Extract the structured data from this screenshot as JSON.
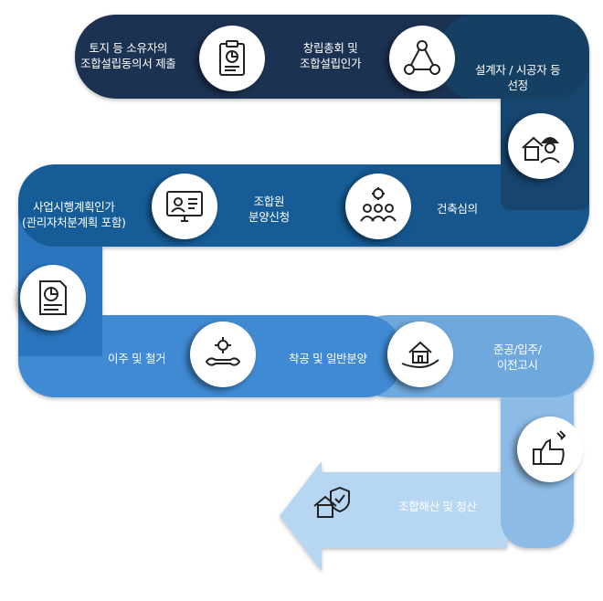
{
  "colors": {
    "navy": "#1a3352",
    "blue": "#155d97",
    "light_blue": "#3f8ad3",
    "sky": "#6ea8dd",
    "pale": "#b6d6f2"
  },
  "steps": [
    {
      "icon": "clipboard-chart-icon",
      "lines": [
        "토지 등 소유자의",
        "조합설립동의서 제출"
      ]
    },
    {
      "icon": "network-people-icon",
      "lines": [
        "창립총회 및",
        "조합설립인가"
      ]
    },
    {
      "icon": "architect-house-icon",
      "lines": [
        "설계자 / 시공자 등",
        "선정"
      ]
    },
    {
      "icon": "team-meeting-gear-icon",
      "lines": [
        "건축심의"
      ]
    },
    {
      "icon": "monitor-profile-icon",
      "lines": [
        "조합원",
        "분양신청"
      ]
    },
    {
      "icon": "documents-chart-icon",
      "lines": [
        "사업시행계획인가",
        "(관리자처분계획 포함)"
      ]
    },
    {
      "icon": "wrench-gear-icon",
      "lines": [
        "이주 및 철거"
      ]
    },
    {
      "icon": "house-hand-icon",
      "lines": [
        "착공 및 일반분양"
      ]
    },
    {
      "icon": "thumbs-up-wrench-icon",
      "lines": [
        "준공/입주/",
        "이전고시"
      ]
    },
    {
      "icon": "house-shield-icon",
      "lines": [
        "조합해산 및 청산"
      ]
    }
  ]
}
